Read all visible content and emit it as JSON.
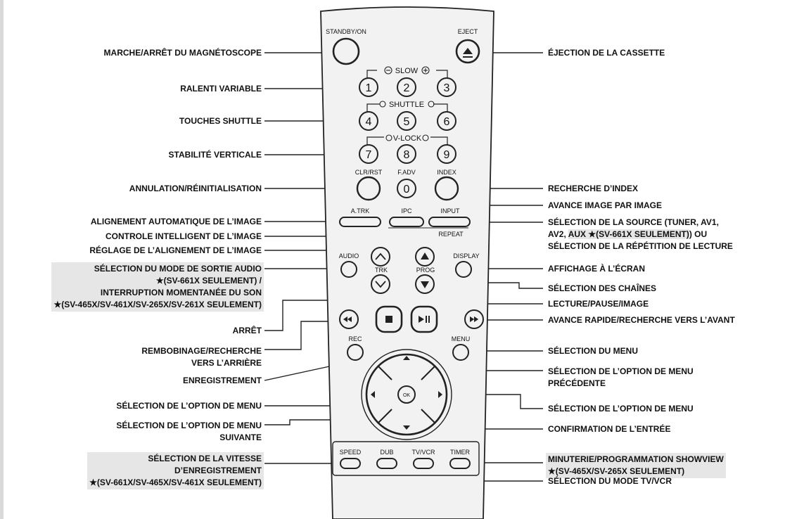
{
  "remote": {
    "standby": "STANDBY/ON",
    "eject": "EJECT",
    "slow": "SLOW",
    "shuttle": "SHUTTLE",
    "vlock": "V-LOCK",
    "digits": [
      "1",
      "2",
      "3",
      "4",
      "5",
      "6",
      "7",
      "8",
      "9",
      "0"
    ],
    "clr": "CLR/RST",
    "fadv": "F.ADV",
    "index": "INDEX",
    "atrk": "A.TRK",
    "ipc": "IPC",
    "input": "INPUT",
    "repeat": "REPEAT",
    "audio": "AUDIO",
    "trk": "TRK",
    "prog": "PROG",
    "display": "DISPLAY",
    "rec": "REC",
    "menu": "MENU",
    "ok": "OK",
    "speed": "SPEED",
    "dub": "DUB",
    "tvvcr": "TV/VCR",
    "timer": "TIMER"
  },
  "labels_left": {
    "marche": "MARCHE/ARRÊT DU MAGNÉTOSCOPE",
    "ralenti": "RALENTI VARIABLE",
    "shuttle": "TOUCHES SHUTTLE",
    "stabilite": "STABILITÉ VERTICALE",
    "annulation": "ANNULATION/RÉINITIALISATION",
    "alignement_auto": "ALIGNEMENT AUTOMATIQUE DE L’IMAGE",
    "controle": "CONTROLE INTELLIGENT DE L’IMAGE",
    "reglage": "RÉGLAGE DE L’ALIGNEMENT DE L’IMAGE",
    "audio_1": "SÉLECTION DU MODE DE SORTIE AUDIO",
    "audio_2": "★(SV-661X SEULEMENT) /",
    "audio_3": "INTERRUPTION MOMENTANÉE DU SON",
    "audio_4": "★(SV-465X/SV-461X/SV-265X/SV-261X SEULEMENT)",
    "arret": "ARRÊT",
    "rembobinage_1": "REMBOBINAGE/RECHERCHE",
    "rembobinage_2": "VERS L’ARRIÈRE",
    "enregistrement": "ENREGISTREMENT",
    "menu_opt": "SÉLECTION DE L’OPTION DE MENU",
    "menu_suiv_1": "SÉLECTION DE L’OPTION DE MENU",
    "menu_suiv_2": "SUIVANTE",
    "vitesse_1": "SÉLECTION DE LA VITESSE",
    "vitesse_2": "D’ENREGISTREMENT",
    "vitesse_3": "★(SV-661X/SV-465X/SV-461X SEULEMENT)"
  },
  "labels_right": {
    "ejection": "ÉJECTION DE LA CASSETTE",
    "index": "RECHERCHE D’INDEX",
    "avance_image": "AVANCE IMAGE PAR IMAGE",
    "source_1": "SÉLECTION DE LA SOURCE (TUNER, AV1,",
    "source_2a": "AV2,",
    "source_2b": "AUX ★(SV-661X SEULEMENT)",
    "source_2c": ") OU",
    "source_3": "SÉLECTION DE LA RÉPÉTITION DE LECTURE",
    "affichage": "AFFICHAGE À L’ÉCRAN",
    "chaines": "SÉLECTION DES CHAÎNES",
    "lecture": "LECTURE/PAUSE/IMAGE",
    "avance_rapide": "AVANCE RAPIDE/RECHERCHE VERS L’AVANT",
    "menu": "SÉLECTION DU MENU",
    "menu_prec_1": "SÉLECTION DE L’OPTION DE MENU",
    "menu_prec_2": "PRÉCÉDENTE",
    "menu_opt": "SÉLECTION DE L’OPTION DE MENU",
    "confirmation": "CONFIRMATION DE L’ENTRÉE",
    "minuterie_1": "MINUTERIE/PROGRAMMATION SHOWVIEW",
    "minuterie_2": "★(SV-465X/SV-265X SEULEMENT)",
    "tvvcr": "SÉLECTION DU MODE TV/VCR"
  },
  "colors": {
    "highlight": "#e6e6e6",
    "remote_body": "#f2f2f2",
    "line": "#222222"
  }
}
